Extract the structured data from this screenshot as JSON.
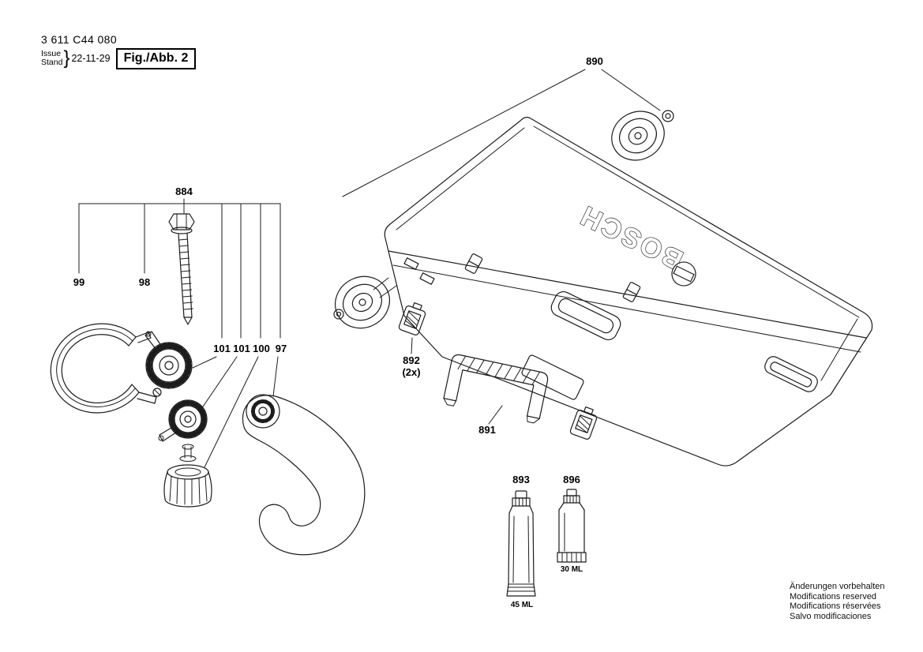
{
  "header": {
    "part_number": "3 611 C44 080",
    "issue_label": "Issue",
    "stand_label": "Stand",
    "brace_glyph": "}",
    "date": "22-11-29",
    "figure_label": "Fig./Abb. 2"
  },
  "illustration": {
    "brand_logo": "BOSCH",
    "part_labels": {
      "wheel": "890",
      "bolt_assembly": "884",
      "strap": "99",
      "bolt": "98",
      "knob_upper": "101",
      "knob_lower": "101",
      "cap": "100",
      "clamp_handle": "97",
      "clip": "892",
      "clip_qty": "(2x)",
      "bracket": "891",
      "tube_large": "893",
      "tube_small": "896"
    },
    "tube_large_volume": "45 ML",
    "tube_small_volume": "30 ML"
  },
  "footer": {
    "notes": [
      "Änderungen vorbehalten",
      "Modifications reserved",
      "Modifications réservées",
      "Salvo modificaciones"
    ]
  }
}
